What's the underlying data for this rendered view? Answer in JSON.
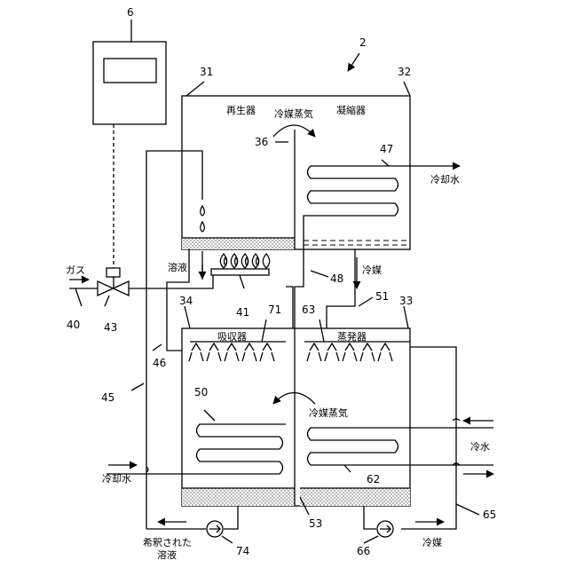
{
  "refs": {
    "controller": "6",
    "machine": "2",
    "regenerator": "31",
    "condenser": "32",
    "absorber": "34",
    "evaporator": "33",
    "partition_upper": "36",
    "condenser_coil": "47",
    "refrigerant_line": "48",
    "evap_drop": "51",
    "burner": "41",
    "gas_in": "40",
    "gas_valve": "43",
    "solution_line": "46",
    "solution_return": "45",
    "absorber_coil": "50",
    "absorber_spray": "71",
    "evap_spray": "63",
    "evap_coil": "62",
    "partition_lower": "53",
    "refrig_return": "65",
    "solution_pump": "74",
    "refrig_pump": "66"
  },
  "labels": {
    "regenerator": "再生器",
    "condenser": "凝縮器",
    "refrig_vapor_top": "冷媒蒸気",
    "cooling_water_out": "冷却水",
    "gas": "ガス",
    "solution": "溶液",
    "refrigerant_mid": "冷媒",
    "absorber": "吸収器",
    "evaporator": "蒸発器",
    "refrig_vapor_bottom": "冷媒蒸気",
    "cold_water": "冷水",
    "cooling_water_in": "冷却水",
    "diluted_line1": "希釈された",
    "diluted_line2": "溶液",
    "refrigerant_bottom": "冷媒"
  }
}
